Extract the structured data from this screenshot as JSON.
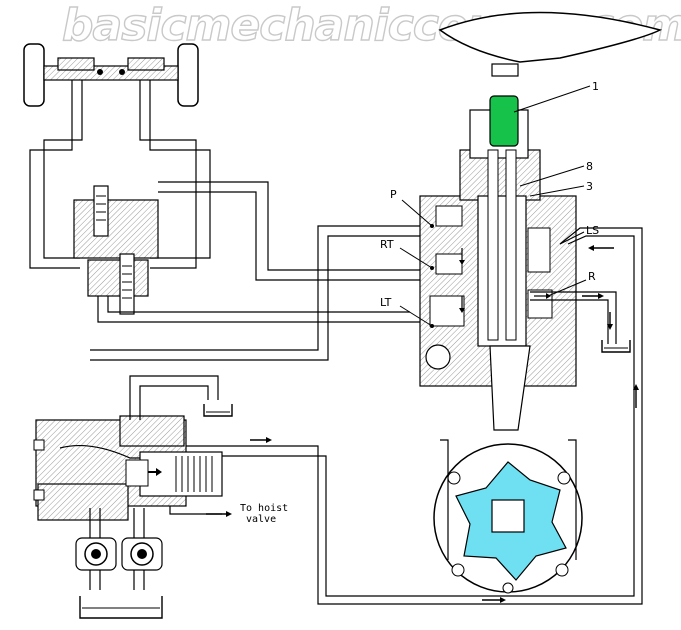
{
  "watermark": "basicmechaniccourse.com",
  "labels": {
    "part_1": "1",
    "part_8": "8",
    "part_3": "3",
    "p": "P",
    "rt": "RT",
    "lt": "LT",
    "ls": "LS",
    "r": "R"
  },
  "note": {
    "line1": "To hoist",
    "line2": "valve"
  },
  "colors": {
    "steering_shaft": "#17c24a",
    "rotor": "#6ee0f2",
    "line": "#000000",
    "hatch": "#9a9a9a",
    "watermark_outline": "#c9c9c9"
  }
}
